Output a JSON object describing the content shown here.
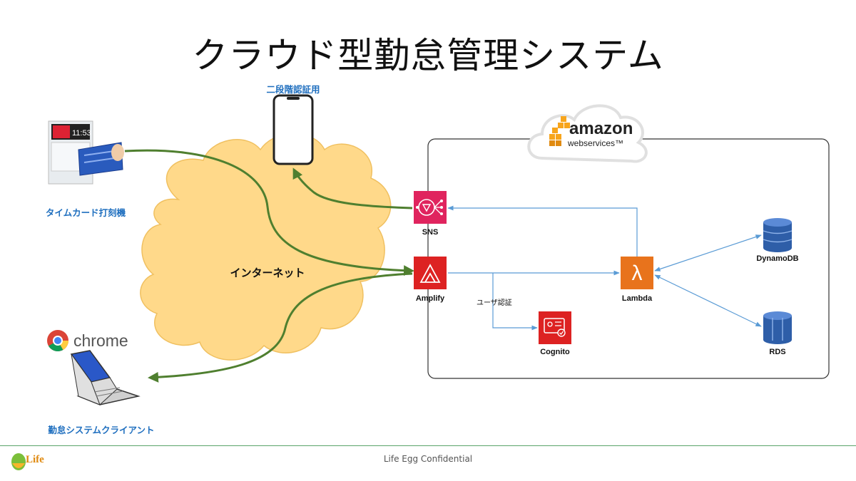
{
  "title": "クラウド型勤怠管理システム",
  "labels": {
    "two_factor": "二段階認証用",
    "timecard": "タイムカード打刻機",
    "client": "勤怠システムクライアント",
    "internet": "インターネット",
    "chrome": "chrome",
    "user_auth": "ユーザ認証"
  },
  "aws": {
    "logo_main": "amazon",
    "logo_sub": "webservices™"
  },
  "services": {
    "sns": "SNS",
    "amplify": "Amplify",
    "lambda": "Lambda",
    "cognito": "Cognito",
    "dynamodb": "DynamoDB",
    "rds": "RDS"
  },
  "footer": {
    "confidential": "Life Egg Confidential",
    "logo": "Life"
  },
  "colors": {
    "flow_arrow": "#4f7f2f",
    "aws_arrow": "#5a9bd5",
    "internet_cloud": "#ffd98a",
    "sns_icon": "#e0245e",
    "amplify_icon": "#dd2222",
    "lambda_icon": "#e8731c",
    "cognito_icon": "#dd2222",
    "db_icon": "#2e5ea8",
    "label_blue": "#1f6fbf"
  }
}
